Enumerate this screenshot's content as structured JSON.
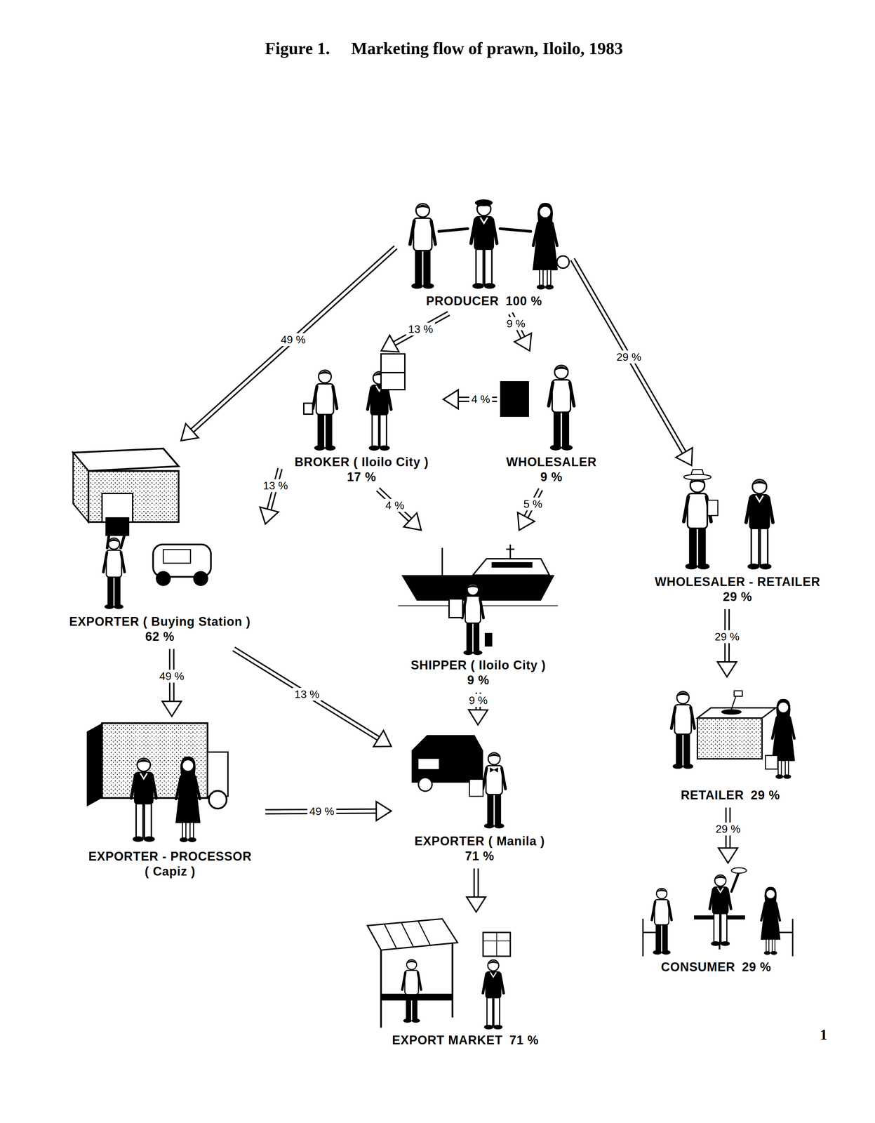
{
  "diagram": {
    "title": "Figure 1.     Marketing flow of prawn, Iloilo, 1983",
    "nodes": [
      {
        "text": [
          "PRODUCER",
          "100 %"
        ]
      },
      {
        "text": [
          "BROKER ( Iloilo City )",
          "17 %"
        ]
      },
      {
        "text": [
          "WHOLESALER",
          "9 %"
        ]
      },
      {
        "text": [
          "EXPORTER ( Buying Station )",
          "62 %"
        ]
      },
      {
        "text": [
          "SHIPPER ( Iloilo City )",
          "9 %"
        ]
      },
      {
        "text": [
          "WHOLESALER - RETAILER",
          "29 %"
        ]
      },
      {
        "text": [
          "EXPORTER - PROCESSOR",
          "( Capiz )"
        ]
      },
      {
        "text": [
          "RETAILER",
          "29 %"
        ]
      },
      {
        "text": [
          "EXPORTER ( Manila )",
          "71 %"
        ]
      },
      {
        "text": [
          "EXPORT MARKET",
          "71 %"
        ]
      },
      {
        "text": [
          "CONSUMER",
          "29 %"
        ]
      }
    ],
    "edges": [
      {
        "from": 0,
        "to": 3,
        "label": "49 %",
        "arrow": "to"
      },
      {
        "from": 0,
        "to": 1,
        "label": "13 %",
        "arrow": "to"
      },
      {
        "from": 0,
        "to": 2,
        "label": "9 %",
        "arrow": "to"
      },
      {
        "from": 0,
        "to": 5,
        "label": "29 %",
        "arrow": "to"
      },
      {
        "from": 2,
        "to": 1,
        "label": "4 %",
        "arrow": "to"
      },
      {
        "from": 1,
        "to": 3,
        "label": "13 %",
        "arrow": "to"
      },
      {
        "from": 1,
        "to": 4,
        "label": "4 %",
        "arrow": "to"
      },
      {
        "from": 2,
        "to": 4,
        "label": "5 %",
        "arrow": "to"
      },
      {
        "from": 4,
        "to": 8,
        "label": "9 %",
        "arrow": "to"
      },
      {
        "from": 3,
        "to": 6,
        "label": "49 %",
        "arrow": "to"
      },
      {
        "from": 3,
        "to": 8,
        "label": "13 %",
        "arrow": "to"
      },
      {
        "from": 6,
        "to": 8,
        "label": "49 %",
        "arrow": "to"
      },
      {
        "from": 5,
        "to": 7,
        "label": "29 %",
        "arrow": "to"
      },
      {
        "from": 7,
        "to": 10,
        "label": "29 %",
        "arrow": "to"
      },
      {
        "from": 8,
        "to": 9,
        "arrow": "to"
      }
    ],
    "labels": [
      "1"
    ]
  }
}
